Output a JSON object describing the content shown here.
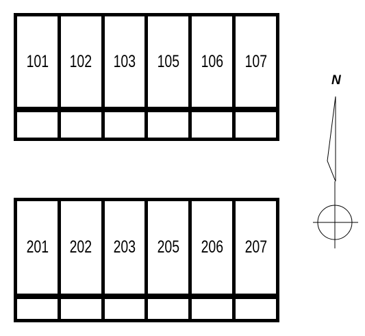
{
  "buildings": [
    {
      "units": [
        "101",
        "102",
        "103",
        "105",
        "106",
        "107"
      ]
    },
    {
      "units": [
        "201",
        "202",
        "203",
        "205",
        "206",
        "207"
      ]
    }
  ],
  "compass": {
    "north_label": "N"
  }
}
